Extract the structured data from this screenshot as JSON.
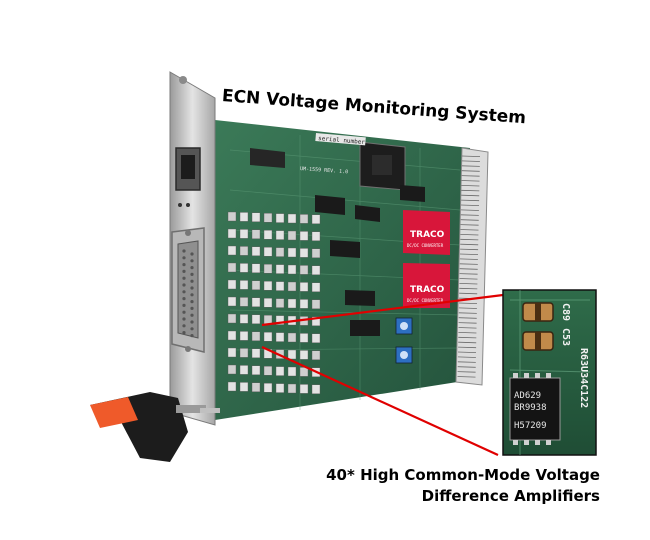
{
  "title": "ECN Voltage Monitoring System",
  "caption": {
    "line1": "40* High Common-Mode Voltage",
    "line2": "Difference Amplifiers"
  },
  "board": {
    "serial_label": "serial number",
    "revision_label": "UM-1559 REV. 1.0",
    "converter_brand": "TRACO",
    "converter_text": "DC/DC CONVERTER"
  },
  "zoom": {
    "cap_label_1": "C89",
    "cap_label_2": "C53",
    "component_code": "R63U34C122",
    "chip_line1": "AD629",
    "chip_line2": "BR9938",
    "chip_line3": "H57209"
  },
  "colors": {
    "pcb": "#2f6a4d",
    "faceplate": "#c7c7c7",
    "callout_line": "#e00000",
    "converter": "#d8163a",
    "handle_orange": "#ef5a2a"
  }
}
